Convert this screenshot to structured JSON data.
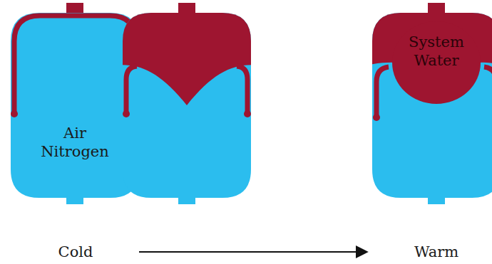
{
  "diagram": {
    "labels": [
      "Air Nitrogen",
      "System Water",
      "Cold",
      "Warm"
    ]
  }
}
